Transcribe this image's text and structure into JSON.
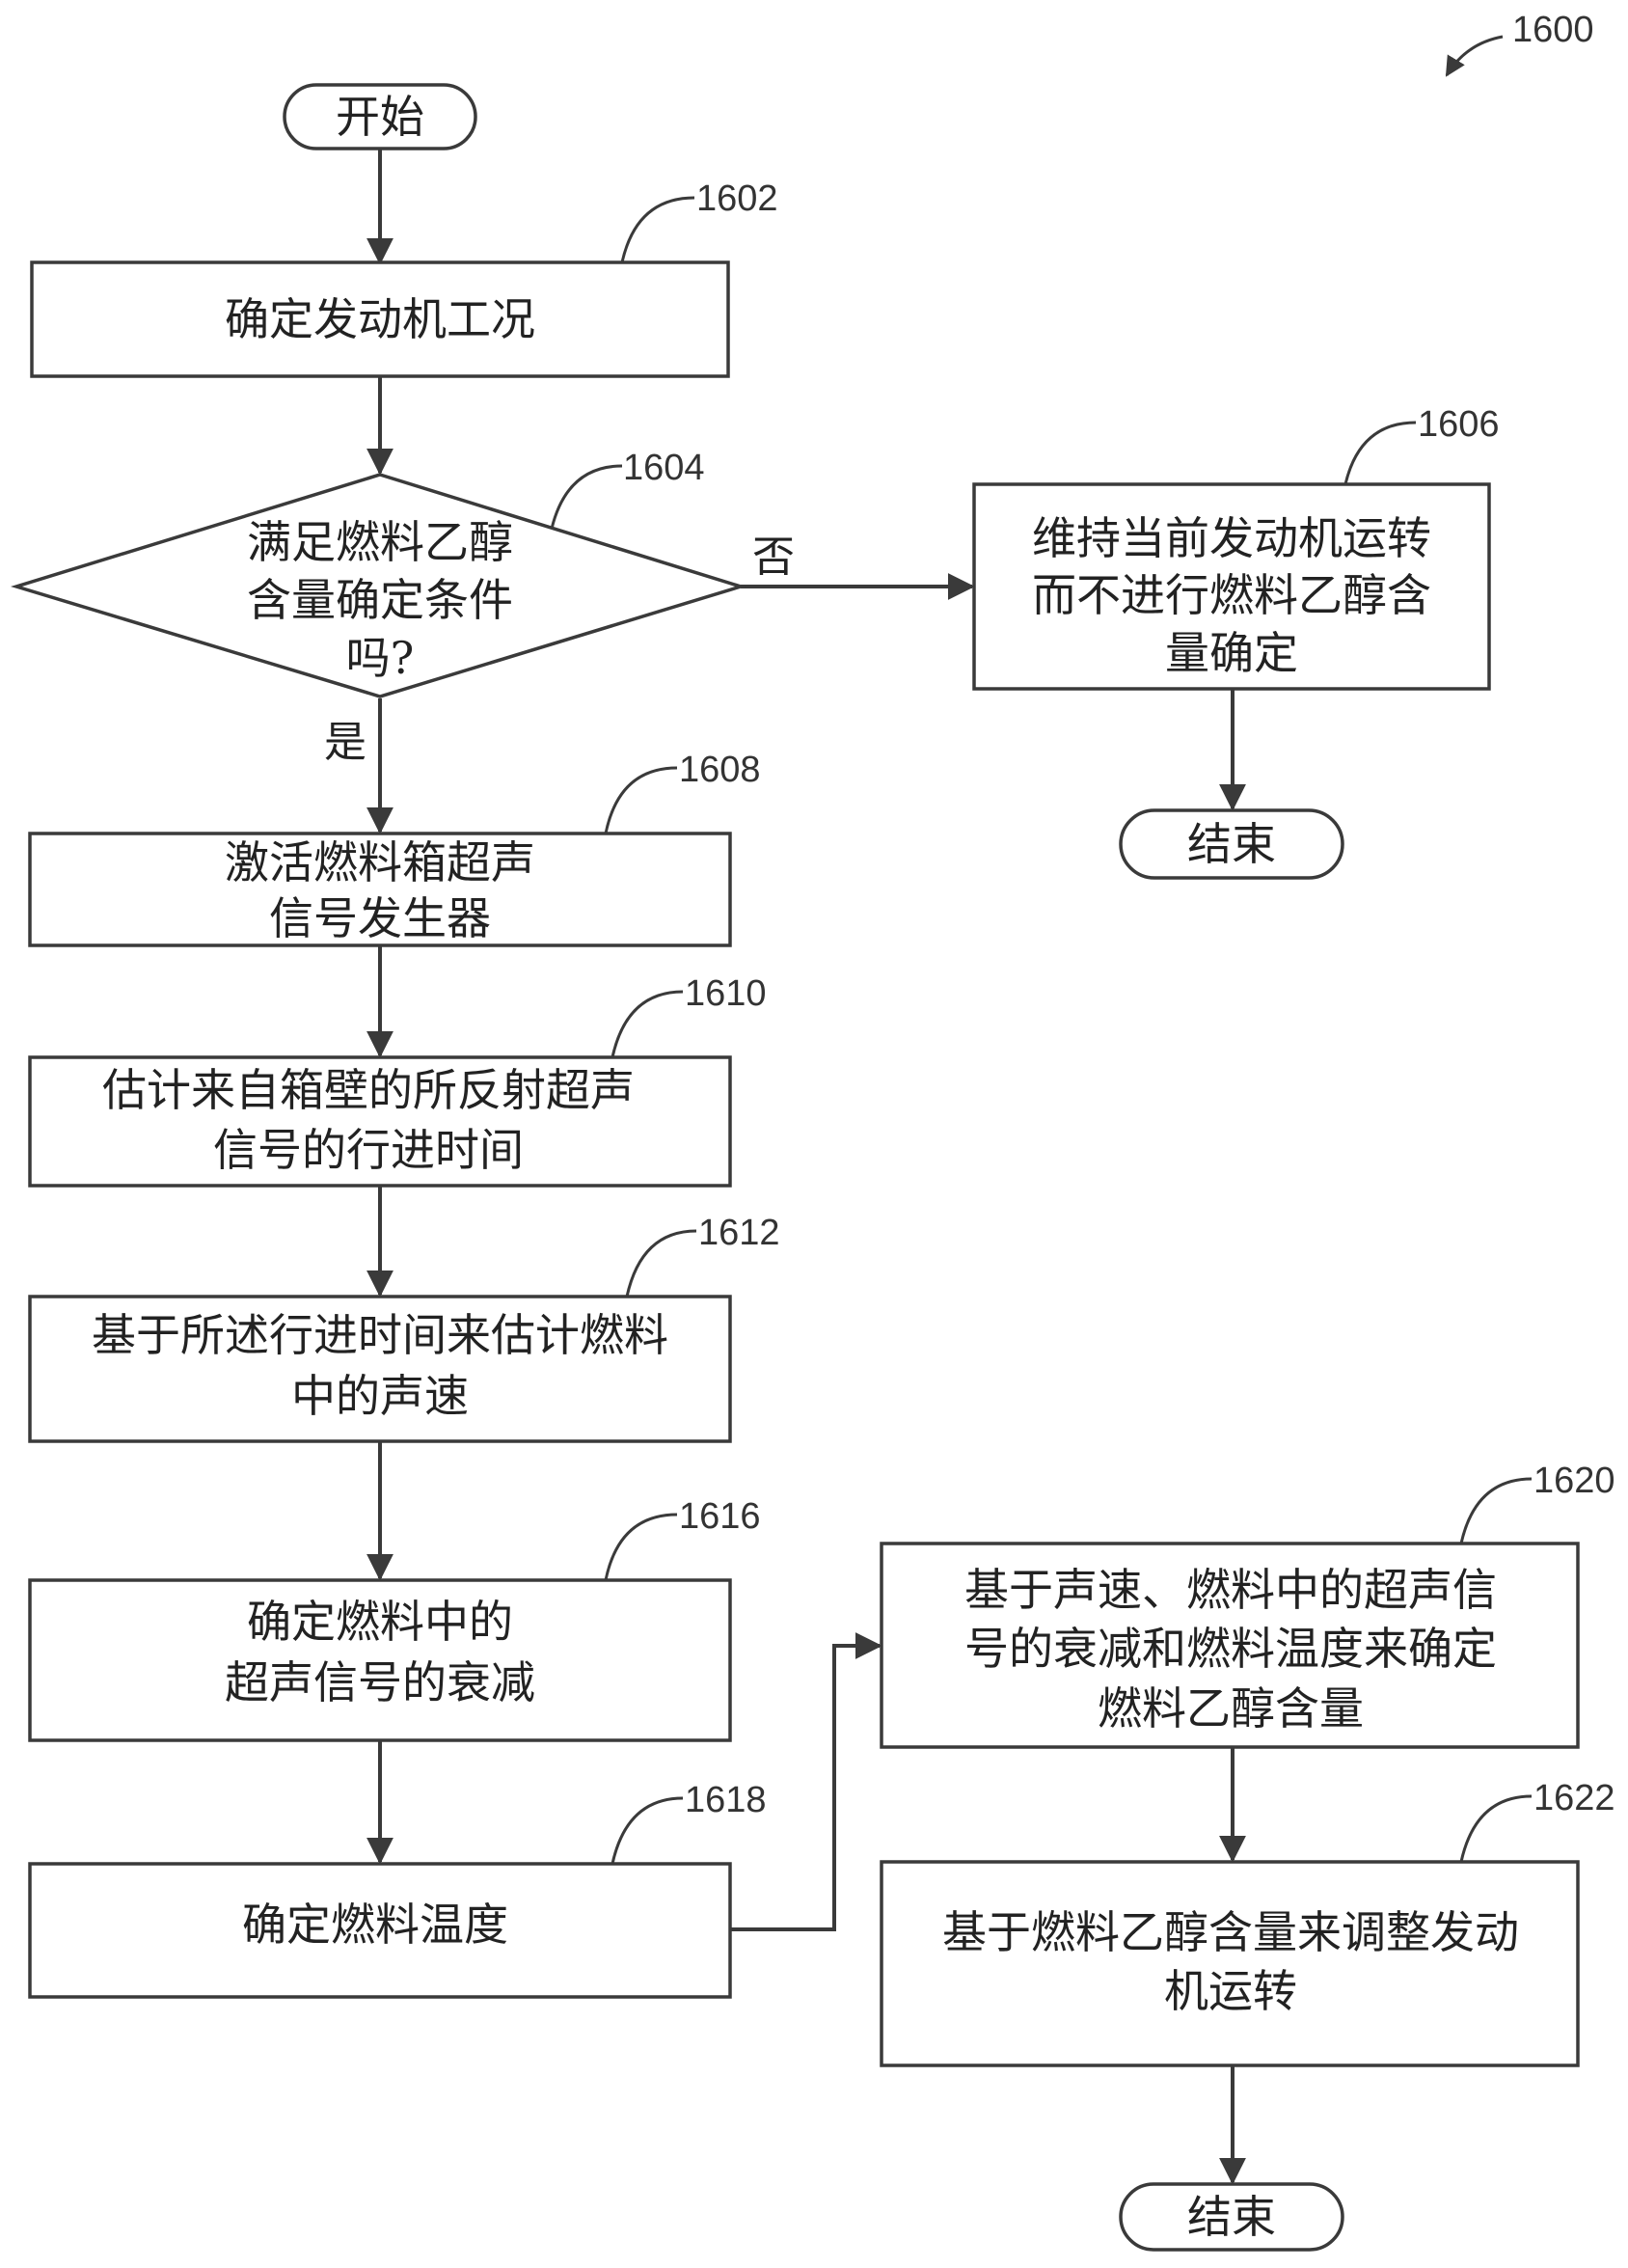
{
  "figure_ref": "1600",
  "nodes": {
    "start": {
      "label": "开始"
    },
    "n1602": {
      "ref": "1602",
      "lines": [
        "确定发动机工况"
      ]
    },
    "n1604": {
      "ref": "1604",
      "lines": [
        "满足燃料乙醇",
        "含量确定条件",
        "吗?"
      ]
    },
    "n1606": {
      "ref": "1606",
      "lines": [
        "维持当前发动机运转",
        "而不进行燃料乙醇含",
        "量确定"
      ]
    },
    "end1": {
      "label": "结束"
    },
    "n1608": {
      "ref": "1608",
      "lines": [
        "激活燃料箱超声",
        "信号发生器"
      ]
    },
    "n1610": {
      "ref": "1610",
      "lines": [
        "估计来自箱壁的所反射超声",
        "信号的行进时间"
      ]
    },
    "n1612": {
      "ref": "1612",
      "lines": [
        "基于所述行进时间来估计燃料",
        "中的声速"
      ]
    },
    "n1616": {
      "ref": "1616",
      "lines": [
        "确定燃料中的",
        "超声信号的衰减"
      ]
    },
    "n1618": {
      "ref": "1618",
      "lines": [
        "确定燃料温度"
      ]
    },
    "n1620": {
      "ref": "1620",
      "lines": [
        "基于声速、燃料中的超声信",
        "号的衰减和燃料温度来确定",
        "燃料乙醇含量"
      ]
    },
    "n1622": {
      "ref": "1622",
      "lines": [
        "基于燃料乙醇含量来调整发动",
        "机运转"
      ]
    },
    "end2": {
      "label": "结束"
    }
  },
  "edges": {
    "no_label": "否",
    "yes_label": "是"
  }
}
